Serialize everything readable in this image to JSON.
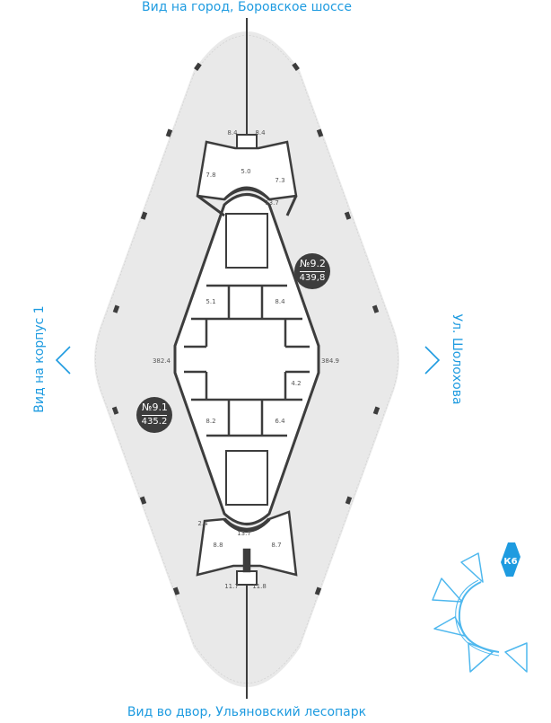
{
  "views": {
    "top": "Вид на город, Боровское шоссе",
    "bottom": "Вид во двор, Ульяновский лесопарк",
    "left": "Вид на корпус 1",
    "right": "Ул. Шолохова"
  },
  "navigation": {
    "prev_icon": "chevron-left-icon",
    "next_icon": "chevron-right-icon"
  },
  "apartments": [
    {
      "number": "№9.2",
      "area": "439,8"
    },
    {
      "number": "№9.1",
      "area": "435.2"
    }
  ],
  "rooms": {
    "top": [
      "8.4",
      "8.4",
      "5.0",
      "7.8",
      "7.3",
      "13.7"
    ],
    "middle": [
      "5.1",
      "8.4",
      "382.4",
      "384.9",
      "4.2",
      "8.2",
      "6.4"
    ],
    "bottom": [
      "13.7",
      "2.4",
      "8.8",
      "8.7",
      "11.7",
      "11.8"
    ]
  },
  "building_key": {
    "label": "К6"
  },
  "colors": {
    "accent": "#1e9be0",
    "floor": "#e9e9e9",
    "wall": "#3d3d3d"
  }
}
